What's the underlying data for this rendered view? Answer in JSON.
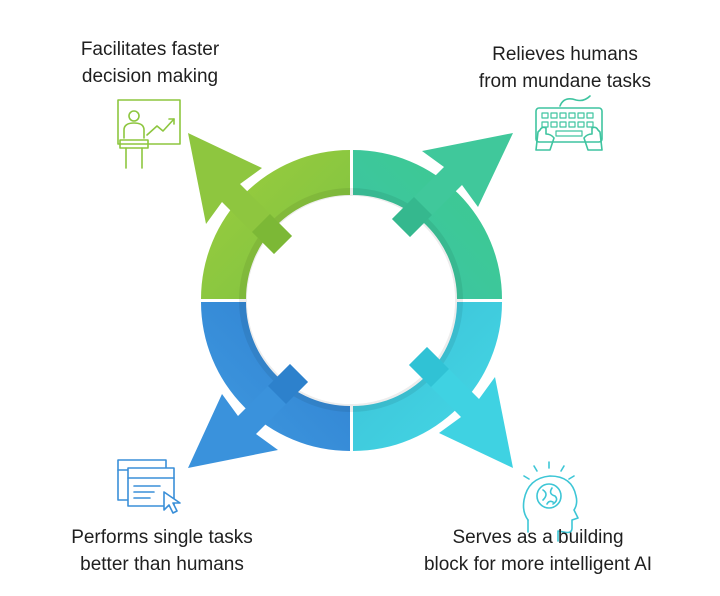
{
  "benefits": [
    {
      "id": "tl",
      "line1": "Facilitates faster",
      "line2": "decision making",
      "icon": "presentation-icon",
      "color": "#8dc63f"
    },
    {
      "id": "tr",
      "line1": "Relieves humans",
      "line2": "from mundane tasks",
      "icon": "keyboard-hands-icon",
      "color": "#3fc4a0"
    },
    {
      "id": "bl",
      "line1": "Performs single tasks",
      "line2": "better than humans",
      "icon": "screen-cursor-icon",
      "color": "#3a8fd8"
    },
    {
      "id": "br",
      "line1": "Serves as a building",
      "line2": "block for more intelligent AI",
      "icon": "brain-head-icon",
      "color": "#3dd0e0"
    }
  ]
}
